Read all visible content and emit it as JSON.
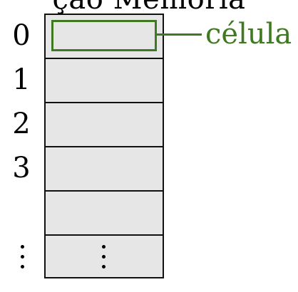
{
  "diagram": {
    "title": "ção  Memória",
    "addresses": [
      "0",
      "1",
      "2",
      "3"
    ],
    "cell_label": "célula",
    "colors": {
      "cell_fill": "#e6e6e6",
      "highlight": "#3f7a22",
      "border": "#111111"
    }
  }
}
